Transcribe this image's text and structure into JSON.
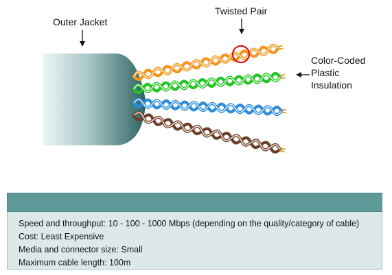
{
  "diagram": {
    "labels": {
      "outer_jacket": "Outer Jacket",
      "twisted_pair": "Twisted Pair",
      "insulation_line1": "Color-Coded",
      "insulation_line2": "Plastic",
      "insulation_line3": "Insulation"
    },
    "pairs": [
      {
        "name": "orange",
        "color": "#f7941d",
        "stripe": "#ffe6c2"
      },
      {
        "name": "green",
        "color": "#22c422",
        "stripe": "#d6ffd6"
      },
      {
        "name": "blue",
        "color": "#2b8bdc",
        "stripe": "#d2ecff"
      },
      {
        "name": "brown",
        "color": "#6b3f2a",
        "stripe": "#f0dfd2"
      }
    ],
    "colors": {
      "jacket_dark": "#2f6464",
      "jacket_light": "#e6f0f0",
      "highlight_circle": "#e01010"
    }
  },
  "info": {
    "lines": [
      "Speed and throughput: 10 - 100 - 1000 Mbps (depending on the quality/category of cable)",
      "Cost: Least Expensive",
      "Media and connector size: Small",
      "Maximum cable length: 100m"
    ]
  }
}
